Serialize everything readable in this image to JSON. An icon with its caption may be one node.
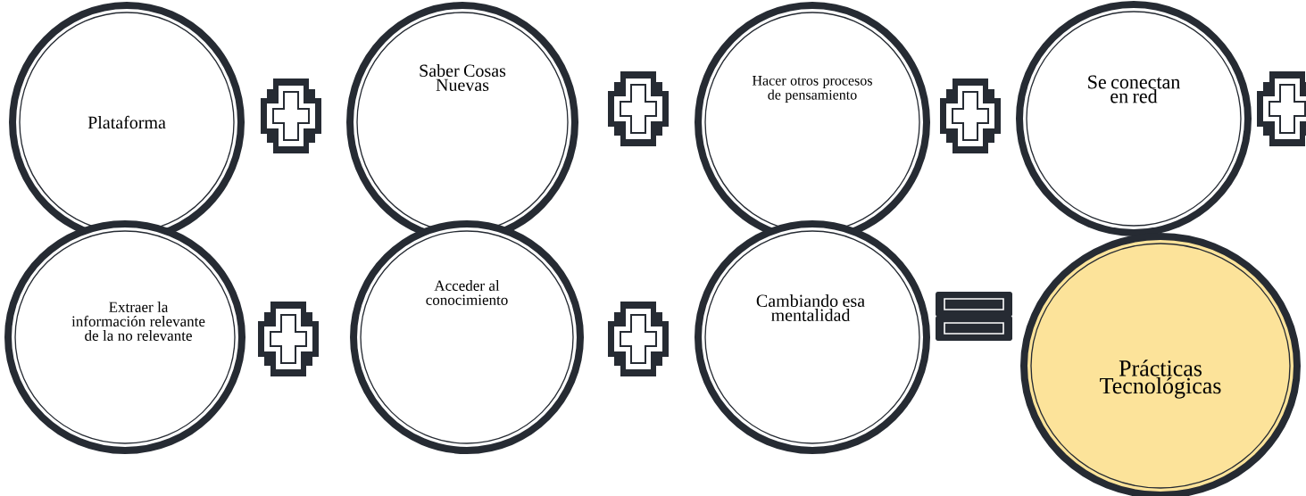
{
  "diagram": {
    "nodes": [
      {
        "text": [
          "Plataforma"
        ]
      },
      {
        "text": [
          "Saber Cosas Nuevas"
        ]
      },
      {
        "text": [
          "Hacer otros procesos de pensamiento"
        ]
      },
      {
        "text": [
          "Se conectan en red"
        ]
      },
      {
        "text": [
          "Extraer la información relevante de la no relevante"
        ]
      },
      {
        "text": [
          "Acceder al conocimiento"
        ]
      },
      {
        "text": [
          "Cambiando esa mentalidad"
        ]
      },
      {
        "text": [
          "Prácticas Tecnológicas"
        ]
      }
    ]
  }
}
